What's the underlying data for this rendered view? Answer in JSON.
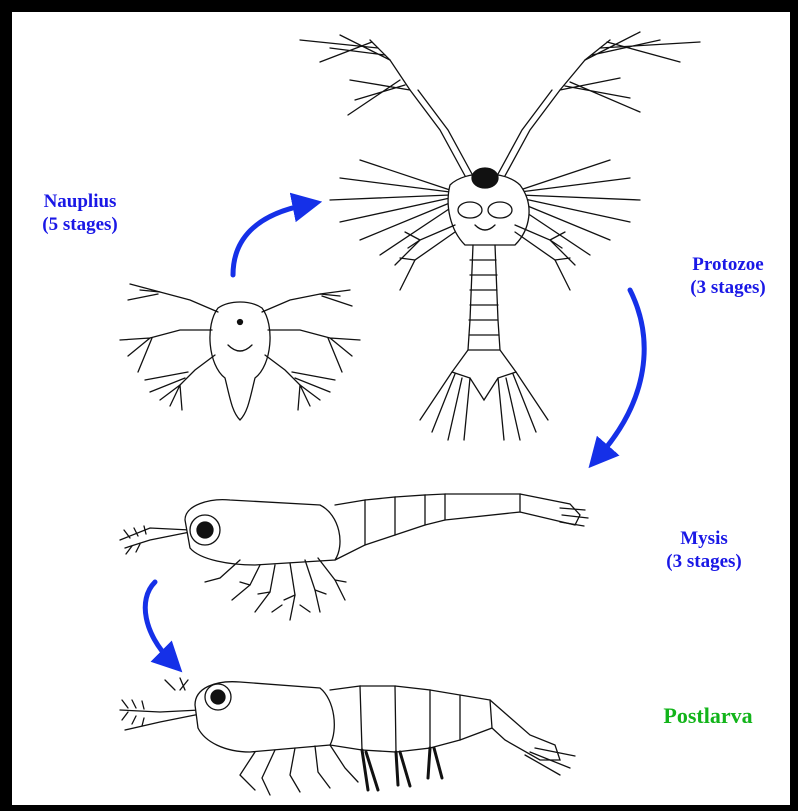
{
  "colors": {
    "stage_label": "#1a18e6",
    "postlarva_label": "#12b41a",
    "arrow": "#1530e8",
    "line_art": "#111111",
    "frame": "#000000"
  },
  "stages": {
    "nauplius": {
      "name": "Nauplius",
      "count": "(5 stages)"
    },
    "protozoe": {
      "name": "Protozoe",
      "count": "(3 stages)"
    },
    "mysis": {
      "name": "Mysis",
      "count": "(3 stages)"
    },
    "postlarva": {
      "name": "Postlarva"
    }
  }
}
